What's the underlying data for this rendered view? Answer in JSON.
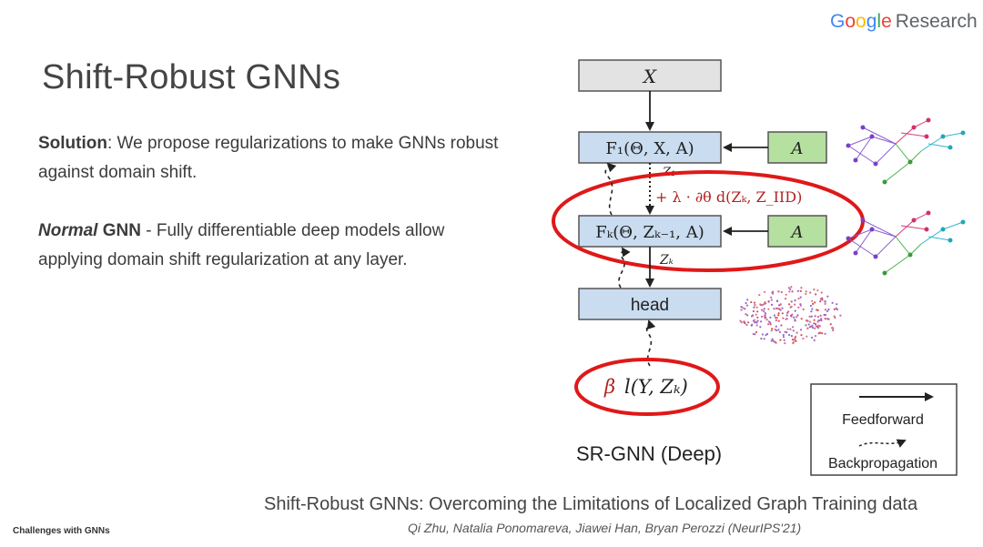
{
  "logo": {
    "word_parts": [
      "G",
      "o",
      "o",
      "g",
      "l",
      "e"
    ],
    "research": "Research"
  },
  "title": "Shift-Robust GNNs",
  "solution": {
    "label": "Solution",
    "text": ":  We propose regularizations to make GNNs robust against domain shift."
  },
  "normal": {
    "label_italic": "Normal",
    "label_bold": " GNN",
    "text": " - Fully differentiable deep models allow applying domain shift regularization at any layer."
  },
  "diagram": {
    "box_x": "X",
    "box_f1": "F₁(Θ, X, A)",
    "box_fk": "Fₖ(Θ, Zₖ₋₁, A)",
    "box_head": "head",
    "box_a1": "A",
    "box_a2": "A",
    "label_z1": "Z₁",
    "label_zk": "Zₖ",
    "regularizer": "+ λ · ∂θ d(Zₖ, Z_IID)",
    "loss_beta": "β",
    "loss_expr": "l(Y, Zₖ)",
    "caption": "SR-GNN (Deep)",
    "legend_feedforward": "Feedforward",
    "legend_backprop": "Backpropagation",
    "colors": {
      "box_fill": "#c9dcf0",
      "a_fill": "#b5e0a0",
      "x_fill": "#e3e3e3",
      "ellipse": "#e01818",
      "math_red": "#b22222"
    }
  },
  "footer": {
    "title": "Shift-Robust GNNs: Overcoming the Limitations of Localized Graph Training data",
    "authors": "Qi Zhu, Natalia Ponomareva, Jiawei Han, Bryan Perozzi (NeurIPS'21)",
    "section": "Challenges with GNNs"
  }
}
